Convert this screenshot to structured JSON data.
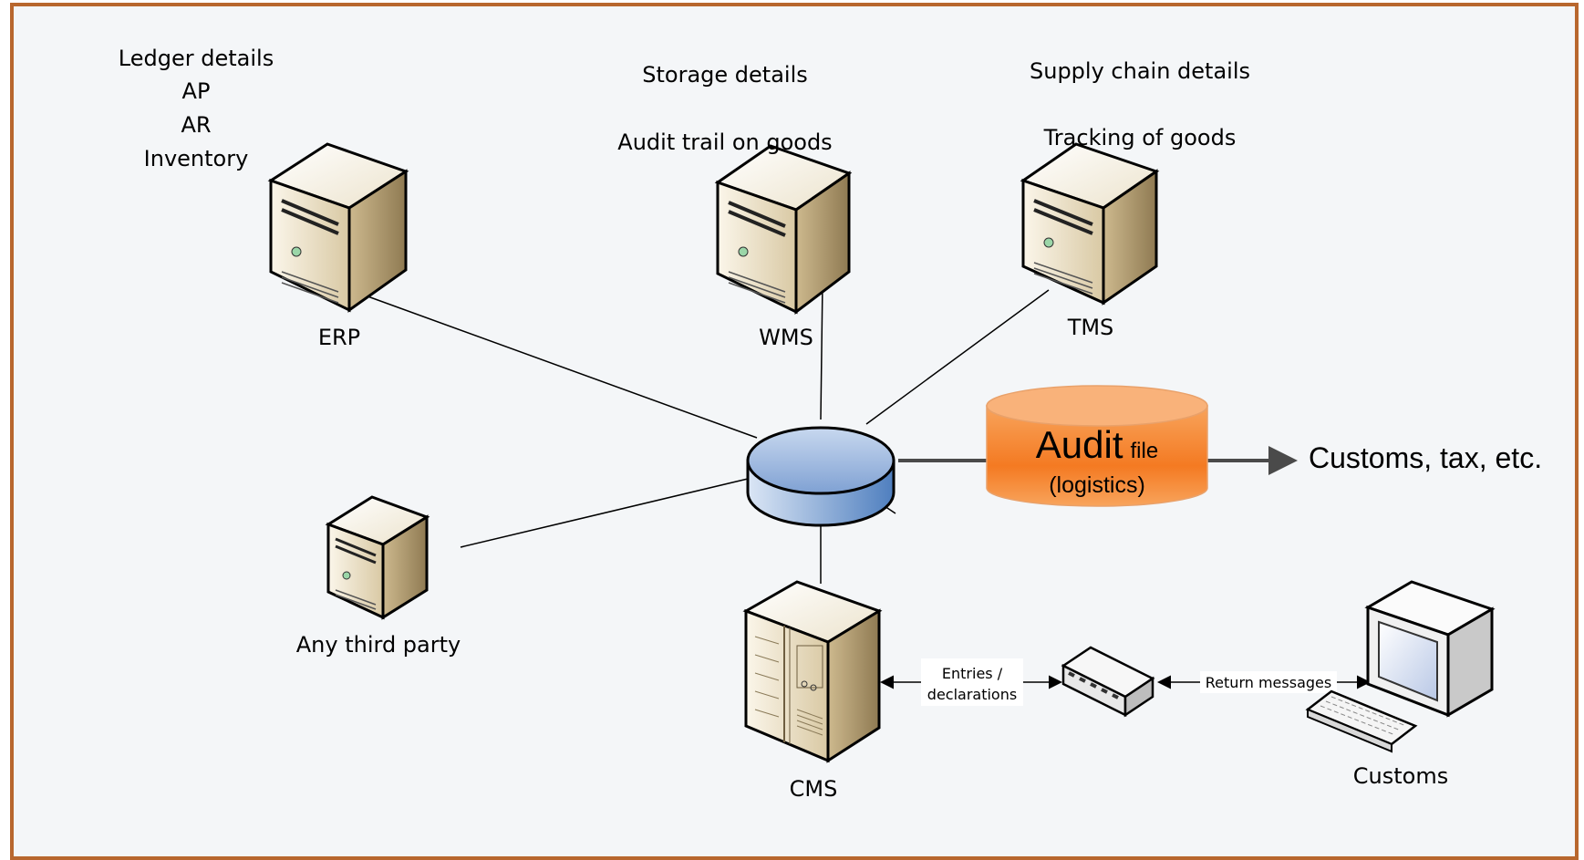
{
  "labels": {
    "erp_notes": [
      "Ledger details",
      "AP",
      "AR",
      "Inventory"
    ],
    "wms_notes": [
      "Storage details",
      "Audit trail on goods"
    ],
    "tms_notes": [
      "Supply chain details",
      "Tracking of goods"
    ],
    "erp": "ERP",
    "wms": "WMS",
    "tms": "TMS",
    "third_party": "Any third party",
    "cms": "CMS",
    "customs": "Customs",
    "audit_file_main": "Audit",
    "audit_file_small": "file",
    "audit_file_sub": "(logistics)",
    "destination": "Customs, tax, etc.",
    "entries_line1": "Entries /",
    "entries_line2": "declarations",
    "return_messages": "Return messages"
  },
  "colors": {
    "frame_border": "#b8672e",
    "background": "#f4f6f8",
    "hub_fill": "#9db8dd",
    "audit_fill": "#f5822a"
  },
  "icons": [
    "server-tower-icon",
    "hub-disk-icon",
    "database-cylinder-icon",
    "cabinet-server-icon",
    "network-switch-icon",
    "desktop-computer-icon",
    "keyboard-icon"
  ]
}
